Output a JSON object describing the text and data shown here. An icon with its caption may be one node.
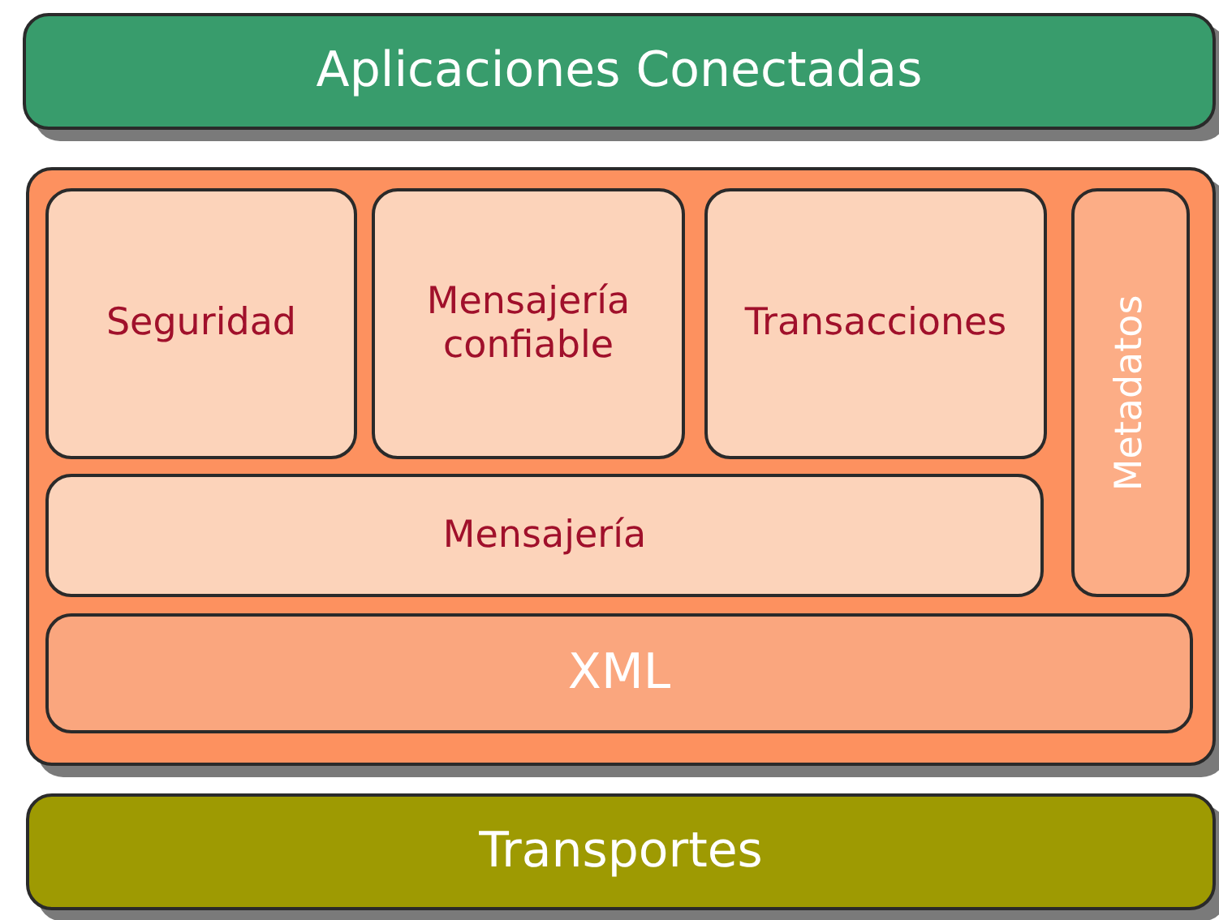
{
  "diagram": {
    "nodes": [
      {
        "text": [
          "Aplicaciones Conectadas"
        ]
      },
      {
        "text": [],
        "shape": "box"
      },
      {
        "text": [
          "Seguridad"
        ],
        "in": 1
      },
      {
        "text": [
          "Mensajería confiable"
        ],
        "in": 1
      },
      {
        "text": [
          "Transacciones"
        ],
        "in": 1
      },
      {
        "text": [
          "Metadatos"
        ],
        "in": 1
      },
      {
        "text": [
          "Mensajería"
        ],
        "in": 1
      },
      {
        "text": [
          "XML"
        ],
        "in": 1
      },
      {
        "text": [
          "Transportes"
        ]
      }
    ]
  }
}
